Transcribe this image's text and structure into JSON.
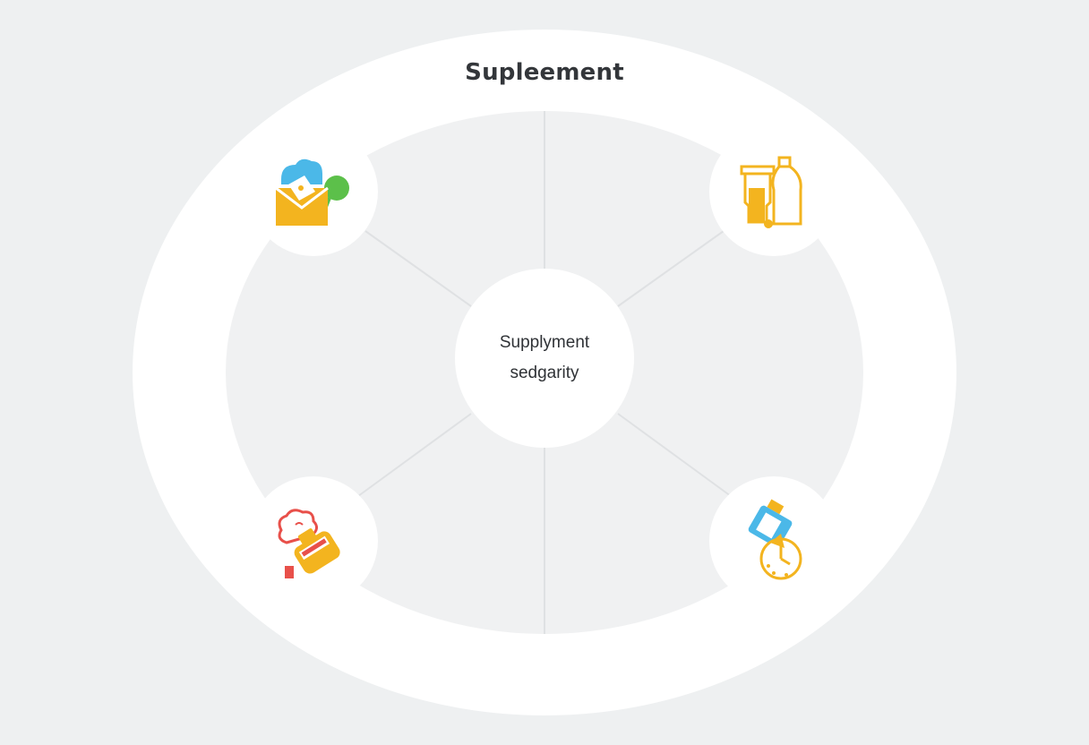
{
  "title": "Supleement",
  "center": {
    "line1": "Supplyment",
    "line2": "sedgarity"
  },
  "icons": {
    "top_left": "envelope-cloud-leaf-icon",
    "top_right": "bottle-jar-icon",
    "bottom_left": "pill-bottle-icon",
    "bottom_right": "bottle-clock-icon"
  },
  "colors": {
    "background": "#eef0f1",
    "ring": "#ffffff",
    "lines": "#e1e3e5",
    "amber": "#f3b41f",
    "blue": "#4bb8e8",
    "green": "#5cc04a",
    "red": "#e8504a",
    "text": "#33363a"
  }
}
